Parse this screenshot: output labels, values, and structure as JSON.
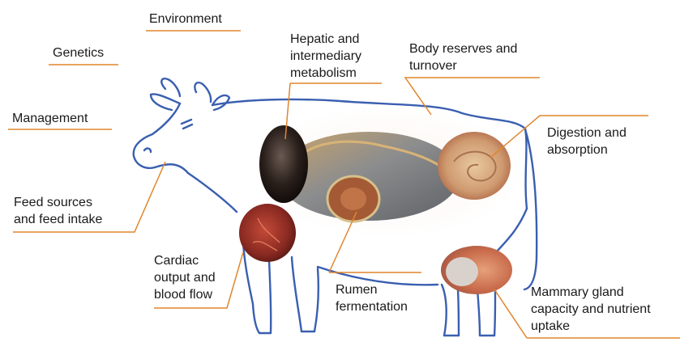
{
  "labels": {
    "environment": "Environment",
    "genetics": "Genetics",
    "management": "Management",
    "hepatic": "Hepatic and\nintermediary\nmetabolism",
    "body_reserves": "Body reserves and\nturnover",
    "digestion": "Digestion and\nabsorption",
    "feed": "Feed sources\nand feed intake",
    "cardiac": "Cardiac\noutput and\nblood flow",
    "rumen": "Rumen\nfermentation",
    "mammary": "Mammary gland\ncapacity and nutrient\nuptake"
  },
  "colors": {
    "outline": "#3a5fb0",
    "leader": "#e0862c",
    "text": "#1a1a1a"
  }
}
